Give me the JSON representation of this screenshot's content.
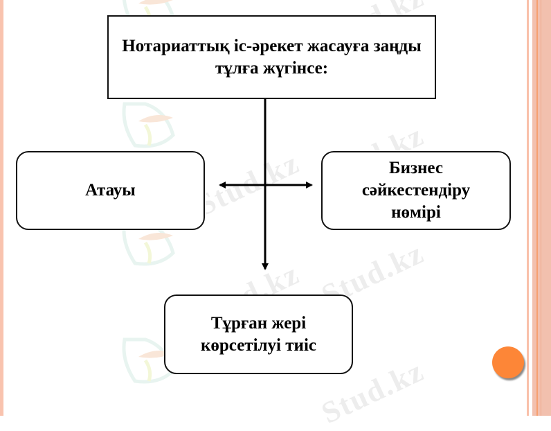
{
  "diagram": {
    "top_box": {
      "text": "Нотариаттық іс-әрекет жасауға заңды тұлға жүгінсе:"
    },
    "left_box": {
      "text": "Атауы"
    },
    "right_box": {
      "text": "Бизнес сәйкестендіру нөмірі"
    },
    "bottom_box": {
      "text": "Тұрған жері көрсетілуі тиіс"
    }
  },
  "watermark": {
    "text": "Stud.kz"
  },
  "colors": {
    "accent_dot": "#fd8637",
    "right_panel": "#f2c0ae",
    "left_stripe": "#f9c3ae",
    "box_border": "#111111"
  }
}
